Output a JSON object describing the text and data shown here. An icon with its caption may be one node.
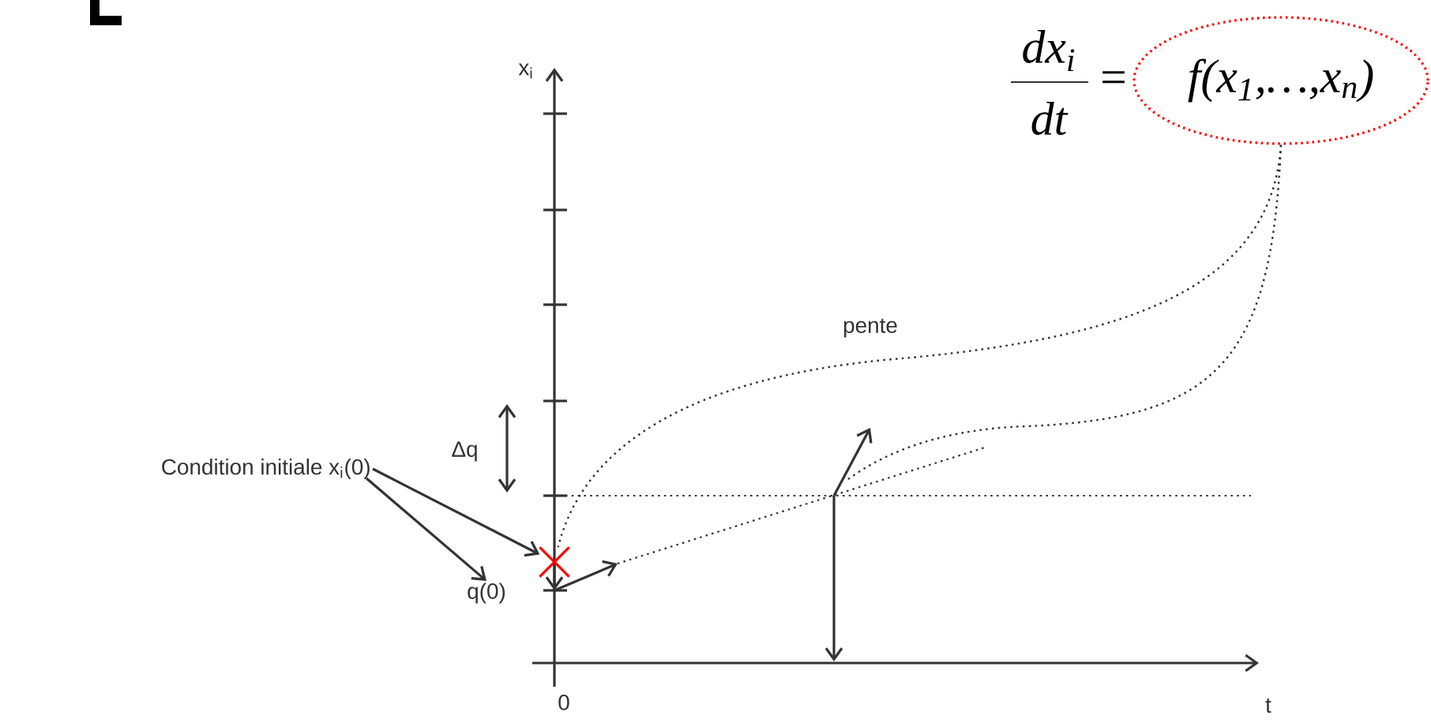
{
  "diagram": {
    "nodes": [
      {
        "text": [
          "Condition initiale x$_{i}$(0)"
        ]
      },
      {
        "text": [],
        "shape": "cross"
      },
      {
        "text": [
          "q(0)"
        ]
      },
      {
        "text": [
          "f(x$_{1}$,…,x$_{n}$)"
        ]
      }
    ],
    "edges": [
      {
        "from": 0,
        "to": 1,
        "arrow": "to"
      },
      {
        "from": 0,
        "to": 2,
        "arrow": "to"
      },
      {
        "from": 3,
        "to": 1,
        "arrow": "none",
        "label": "pente",
        "style": "dashed"
      },
      {
        "from": 3,
        "to": null,
        "arrow": "none",
        "style": "dashed"
      }
    ],
    "labels": [
      "x$_{i}$",
      "Δq",
      "0",
      "t",
      "dx$_{i}$",
      "dt",
      "="
    ]
  }
}
